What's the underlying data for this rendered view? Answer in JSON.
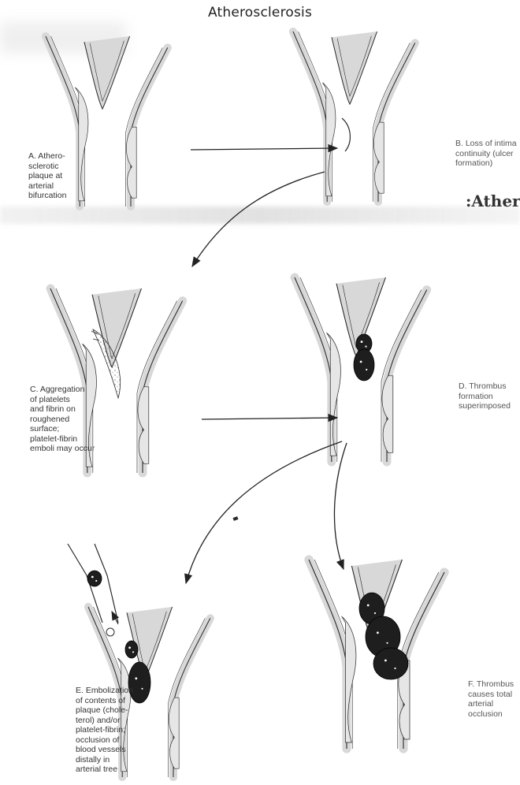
{
  "title": "Atherosclerosis",
  "panels": [
    {
      "id": "A",
      "caption": "A.  Athero-\nsclerotic\nplaque at\narterial\nbifurcation"
    },
    {
      "id": "B",
      "caption": "B.  Loss of intima\ncontinuity (ulcer\nformation)"
    },
    {
      "id": "C",
      "caption": "C.  Aggregation\nof platelets\nand fibrin on\nroughened\nsurface;\nplatelet-fibrin\nemboli may occur"
    },
    {
      "id": "D",
      "caption": "D.  Thrombus\nformation\nsuperimposed"
    },
    {
      "id": "E",
      "caption": "E.  Embolization\nof contents of\nplaque (chole-\nterol) and/or\nplatelet-fibrin;\nocclusion of\nblood vessels\ndistally in\narterial tree"
    },
    {
      "id": "F",
      "caption": "F.  Thrombus\ncauses total\narterial\nocclusion"
    }
  ],
  "stray_text": ":Athero",
  "colors": {
    "ink": "#2a2a2a",
    "vessel_wall": "#d8d8d8",
    "plaque": "#e6e6e6",
    "thrombus": "#1e1e1e"
  }
}
